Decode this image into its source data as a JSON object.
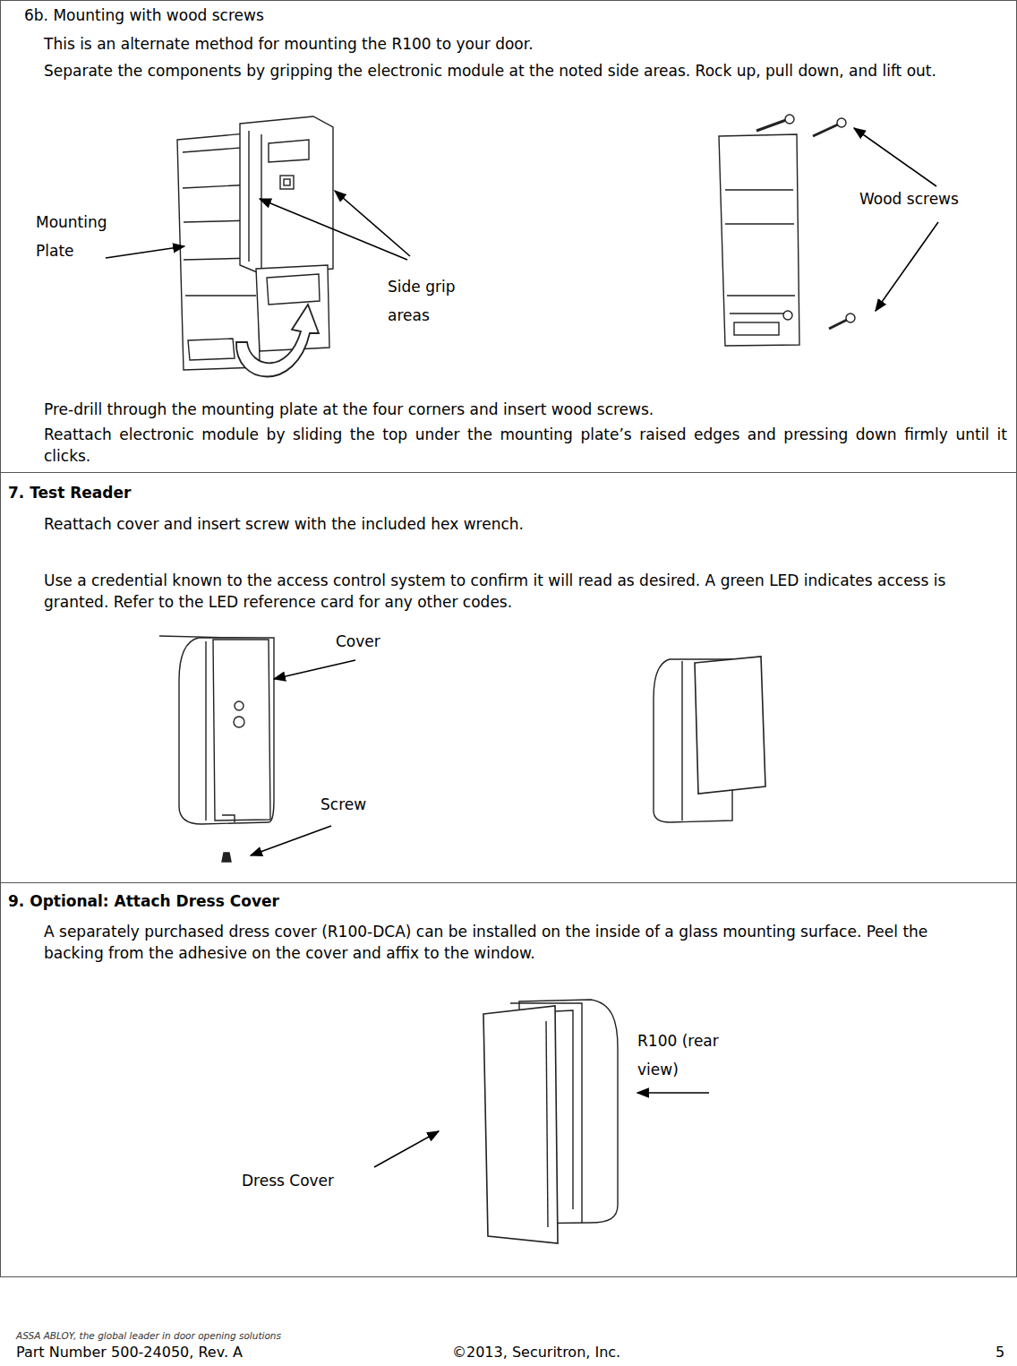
{
  "diagram": {
    "nodes": [
      {
        "text": [
          "6b. Mounting with wood screws",
          "This is an alternate method for mounting the R100 to your door.",
          "Separate the components by gripping the electronic module at the noted side areas. Rock up, pull down, and lift out.",
          "Pre-drill through the mounting plate at the four corners and insert wood screws.",
          "Reattach electronic module by sliding the top under the mounting plate’s raised edges and pressing down firmly until it clicks."
        ]
      },
      {
        "text": [
          "7. Test Reader",
          "Reattach cover and insert screw with the included hex wrench.",
          "Use a credential known to the access control system to confirm it will read as desired. A green LED indicates access is granted. Refer to the LED reference card for any other codes."
        ]
      },
      {
        "text": [
          "9. Optional: Attach Dress Cover",
          "A separately purchased dress cover (R100-DCA) can be installed on the inside of a glass mounting surface. Peel the backing from the adhesive on the cover and affix to the window."
        ]
      }
    ],
    "labels": [
      "Mounting Plate",
      "Side grip areas",
      "Wood screws",
      "Cover",
      "Screw",
      "R100 (rear view)",
      "Dress Cover",
      "ASSA ABLOY, the global leader in door opening solutions",
      "Part Number 500-24050, Rev. A",
      "©2013, Securitron, Inc.",
      "5"
    ]
  }
}
